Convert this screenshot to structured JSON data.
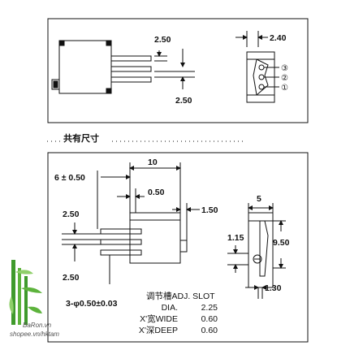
{
  "top_panel": {
    "dim_pin_pitch": "2.50",
    "dim_pin_span": "2.50",
    "dim_side_width": "2.40",
    "pin_labels": [
      "③",
      "②",
      "①"
    ]
  },
  "divider_label": "共有尺寸",
  "bottom_panel": {
    "dim_overall_width": "10",
    "dim_offset": "6 ± 0.50",
    "dim_step": "0.50",
    "dim_body_gap": "1.50",
    "dim_pitch_upper": "2.50",
    "dim_pitch_lower": "2.50",
    "dim_pin_dia": "3-φ0.50±0.03",
    "dim_side_width": "5",
    "dim_adj_height": "1.15",
    "dim_side_height": "9.50",
    "dim_base": "1.30"
  },
  "slot_table": {
    "header_label": "调节槽ADJ. SLOT",
    "rows": [
      {
        "label": "DIA.",
        "value": "2.25"
      },
      {
        "label": "X'宽WIDE",
        "value": "0.60"
      },
      {
        "label": "X'深DEEP",
        "value": "0.60"
      }
    ]
  },
  "watermark": {
    "line1": "BaRon.vn",
    "line2": "shopee.vn/hktam"
  },
  "colors": {
    "ink": "#111111",
    "bamboo": "#3f9a2c",
    "bamboo_light": "#8fcf6a"
  }
}
